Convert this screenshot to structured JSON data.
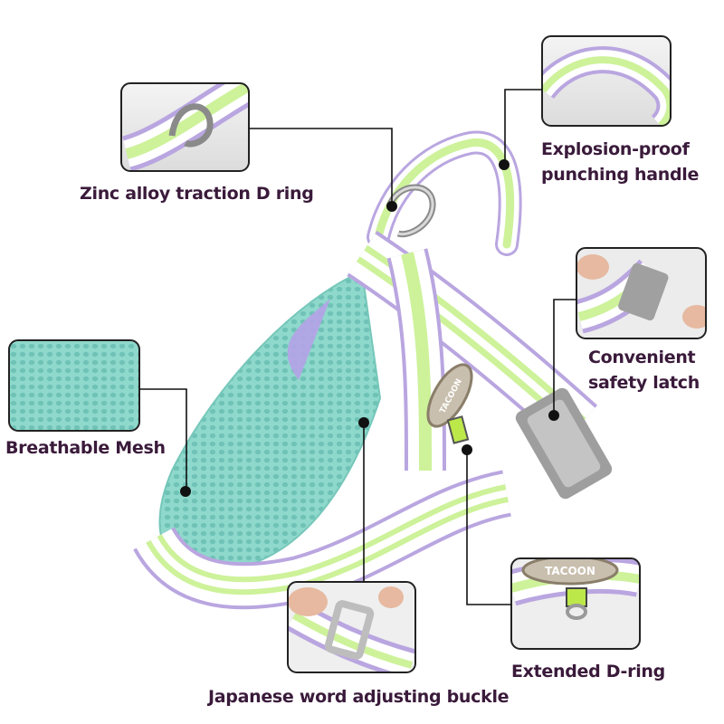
{
  "labels": {
    "d_ring": "Zinc alloy traction D ring",
    "handle_line1": "Explosion-proof",
    "handle_line2": "punching handle",
    "latch_line1": "Convenient",
    "latch_line2": "safety latch",
    "mesh": "Breathable Mesh",
    "extended_ring": "Extended D-ring",
    "buckle": "Japanese word adjusting buckle"
  },
  "product": {
    "brand_tag": "TACOON"
  },
  "colors": {
    "mesh": "#8fd8cc",
    "stripe_purple": "#b9a6e0",
    "stripe_green": "#cdf29a",
    "stripe_white": "#ffffff",
    "label_text": "#3a1a3a",
    "connector": "#111111"
  },
  "icons": [
    "d-ring-icon",
    "buckle-icon",
    "latch-icon"
  ]
}
